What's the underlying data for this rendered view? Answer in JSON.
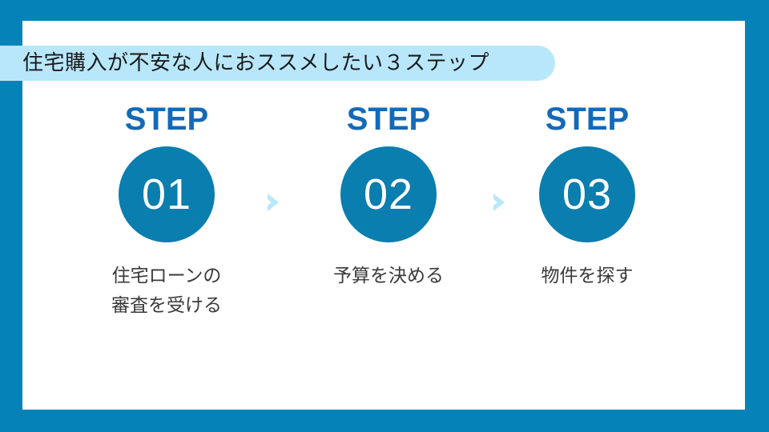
{
  "slide": {
    "frame_color": "#0583b8",
    "panel_color": "#ffffff",
    "banner_color": "#b8e7fb",
    "accent_circle_color": "#0a7eae",
    "step_label_color": "#1469b8",
    "chevron_color": "#b8e7fb",
    "caption_color": "#3a3a3a"
  },
  "title": {
    "text": "住宅購入が不安な人におススメしたい３ステップ"
  },
  "steps": [
    {
      "label": "STEP",
      "number": "01",
      "caption": "住宅ローンの\n審査を受ける"
    },
    {
      "label": "STEP",
      "number": "02",
      "caption": "予算を決める"
    },
    {
      "label": "STEP",
      "number": "03",
      "caption": "物件を探す"
    }
  ],
  "connectors": [
    {
      "icon": "chevron-right-icon"
    },
    {
      "icon": "chevron-right-icon"
    }
  ]
}
